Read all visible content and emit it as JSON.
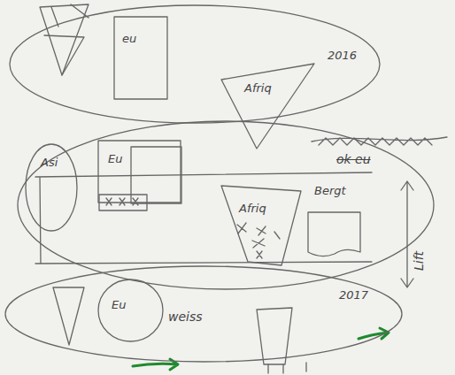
{
  "diagram": {
    "nodes": [
      {
        "text": [
          "2016"
        ]
      },
      {
        "text": [
          "eu"
        ],
        "in": 0
      },
      {
        "text": [
          "Afriq"
        ],
        "in": 0
      },
      {
        "text": [
          "Asi"
        ]
      },
      {
        "text": [
          "Eu"
        ]
      },
      {
        "text": [
          "Afriq"
        ]
      },
      {
        "text": [
          "Bergt"
        ]
      },
      {
        "text": [
          "2017"
        ]
      },
      {
        "text": [
          "Eu"
        ],
        "in": 7
      }
    ],
    "labels": [
      "ok eu",
      "Lift",
      "weiss"
    ]
  }
}
